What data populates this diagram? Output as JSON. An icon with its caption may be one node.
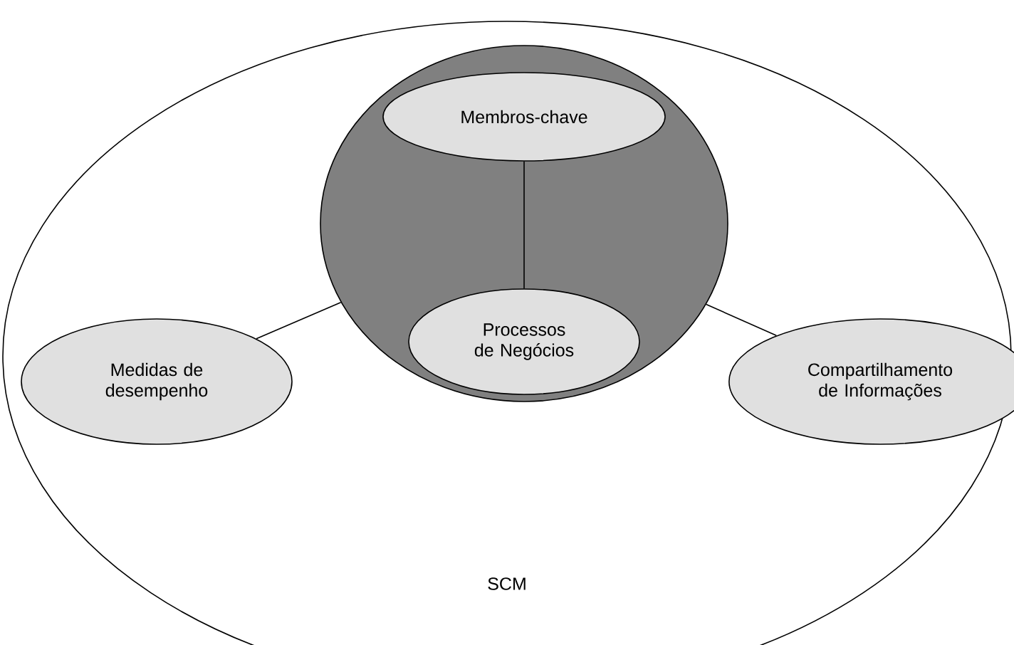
{
  "diagram": {
    "nodes": [
      {
        "text": [
          "SCM"
        ]
      },
      {
        "text": [],
        "shape": "circle",
        "in": 0
      },
      {
        "text": [
          "Membros-chave"
        ],
        "in": 1
      },
      {
        "text": [
          "Processos de Negócios"
        ],
        "in": 1
      },
      {
        "text": [
          "Medidas de desempenho"
        ],
        "in": 0
      },
      {
        "text": [
          "Compartilhamento de Informações"
        ],
        "in": 0
      }
    ],
    "edges": [
      {
        "from": 2,
        "to": 3,
        "arrow": "none"
      },
      {
        "from": 1,
        "to": 4,
        "arrow": "none"
      },
      {
        "from": 1,
        "to": 5,
        "arrow": "none"
      }
    ]
  }
}
